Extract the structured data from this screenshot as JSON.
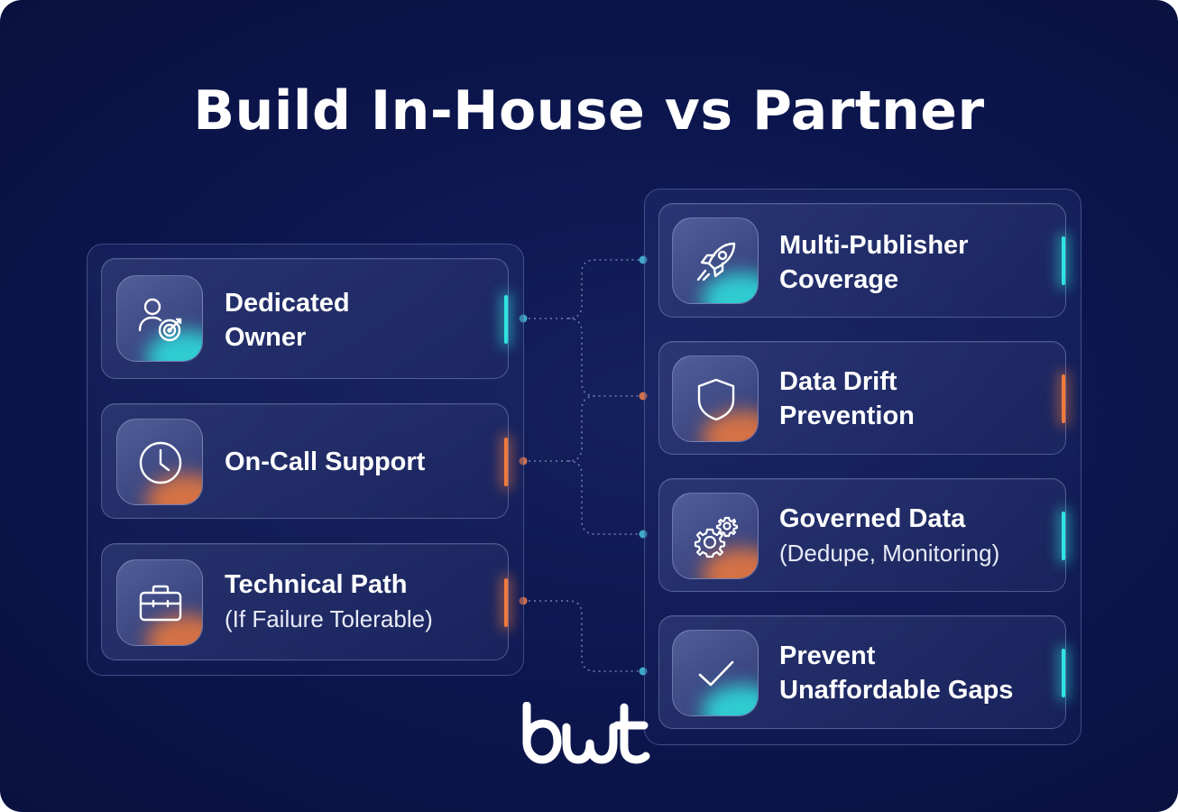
{
  "title": "Build In-House vs Partner",
  "colors": {
    "teal": "#2fe4e0",
    "orange": "#f07a3c",
    "background": "#0d1750",
    "text": "#ffffff"
  },
  "left_cards": [
    {
      "line1": "Dedicated",
      "line2": "Owner",
      "sub": "",
      "icon": "user-target-icon",
      "accent": "teal"
    },
    {
      "line1": "On-Call Support",
      "line2": "",
      "sub": "",
      "icon": "clock-icon",
      "accent": "orange"
    },
    {
      "line1": "Technical Path",
      "line2": "",
      "sub": "(If Failure Tolerable)",
      "icon": "briefcase-icon",
      "accent": "orange"
    }
  ],
  "right_cards": [
    {
      "line1": "Multi-Publisher",
      "line2": "Coverage",
      "sub": "",
      "icon": "rocket-icon",
      "accent": "teal"
    },
    {
      "line1": "Data Drift",
      "line2": "Prevention",
      "sub": "",
      "icon": "shield-icon",
      "accent": "orange"
    },
    {
      "line1": "Governed Data",
      "line2": "",
      "sub": "(Dedupe, Monitoring)",
      "icon": "gears-icon",
      "accent": "teal"
    },
    {
      "line1": "Prevent",
      "line2": "Unaffordable Gaps",
      "sub": "",
      "icon": "checkmark-icon",
      "accent": "teal"
    }
  ],
  "logo": "bwt"
}
